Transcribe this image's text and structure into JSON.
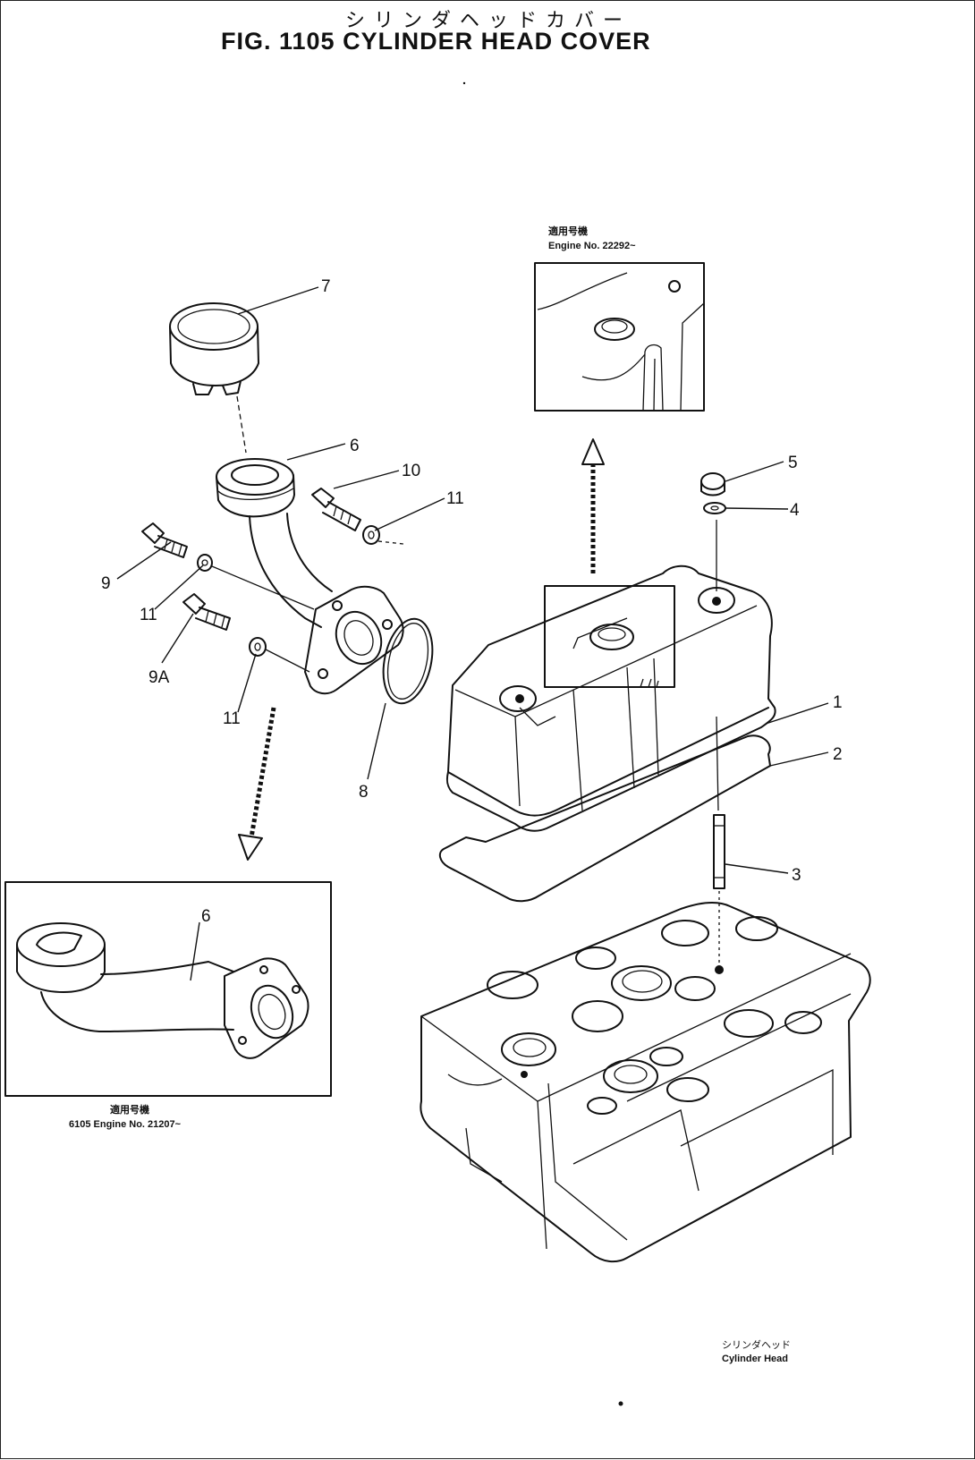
{
  "title_ja": "シリンダヘッドカバー",
  "title_en": "FIG. 1105 CYLINDER HEAD COVER",
  "labels": {
    "p1": "1",
    "p2": "2",
    "p3": "3",
    "p4": "4",
    "p5": "5",
    "p6": "6",
    "p6b": "6",
    "p7": "7",
    "p8": "8",
    "p9": "9",
    "p9a": "9A",
    "p10": "10",
    "p11a": "11",
    "p11b": "11",
    "p11c": "11"
  },
  "notes": {
    "top_ja": "適用号機",
    "top_en": "Engine No. 22292~",
    "bottom_ja": "適用号機",
    "bottom_en": "6105 Engine No. 21207~",
    "head_ja": "シリンダヘッド",
    "head_en": "Cylinder Head"
  }
}
